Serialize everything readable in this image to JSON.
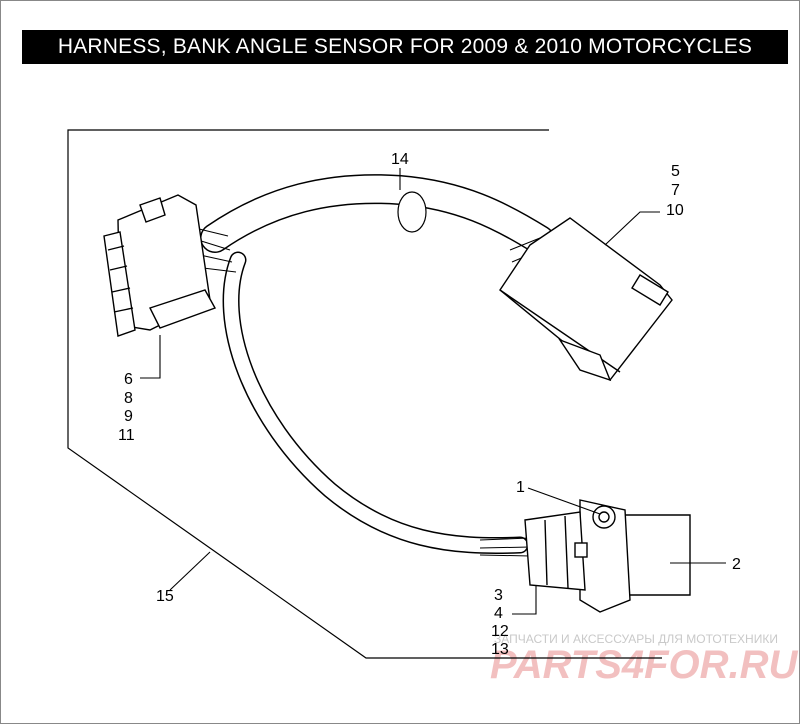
{
  "title": "HARNESS, BANK ANGLE SENSOR FOR 2009 & 2010 MOTORCYCLES",
  "callouts": {
    "c1": "1",
    "c2": "2",
    "c3": "3",
    "c4": "4",
    "c5": "5",
    "c6": "6",
    "c7": "7",
    "c8": "8",
    "c9": "9",
    "c10": "10",
    "c11": "11",
    "c12": "12",
    "c13": "13",
    "c14": "14",
    "c15": "15"
  },
  "watermark": {
    "tagline": "ЗАПЧАСТИ И АКСЕССУАРЫ ДЛЯ МОТОТЕХНИКИ",
    "brand": "PARTS4FOR.RU"
  },
  "colors": {
    "title_bg": "#000000",
    "title_fg": "#ffffff",
    "watermark_brand": "#f2c0c0"
  }
}
